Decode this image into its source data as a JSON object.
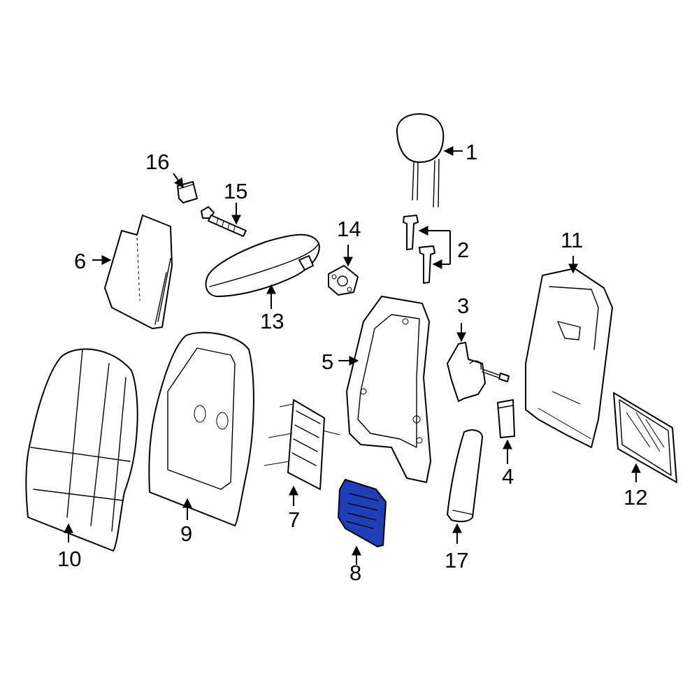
{
  "diagram": {
    "highlight_color": "#1f3fb8",
    "line_color": "#000000",
    "background": "#ffffff",
    "callouts": [
      {
        "id": "1",
        "label": "1"
      },
      {
        "id": "2",
        "label": "2"
      },
      {
        "id": "3",
        "label": "3"
      },
      {
        "id": "4",
        "label": "4"
      },
      {
        "id": "5",
        "label": "5"
      },
      {
        "id": "6",
        "label": "6"
      },
      {
        "id": "7",
        "label": "7"
      },
      {
        "id": "8",
        "label": "8"
      },
      {
        "id": "9",
        "label": "9"
      },
      {
        "id": "10",
        "label": "10"
      },
      {
        "id": "11",
        "label": "11"
      },
      {
        "id": "12",
        "label": "12"
      },
      {
        "id": "13",
        "label": "13"
      },
      {
        "id": "14",
        "label": "14"
      },
      {
        "id": "15",
        "label": "15"
      },
      {
        "id": "16",
        "label": "16"
      },
      {
        "id": "17",
        "label": "17"
      }
    ],
    "highlighted_part": "8"
  }
}
